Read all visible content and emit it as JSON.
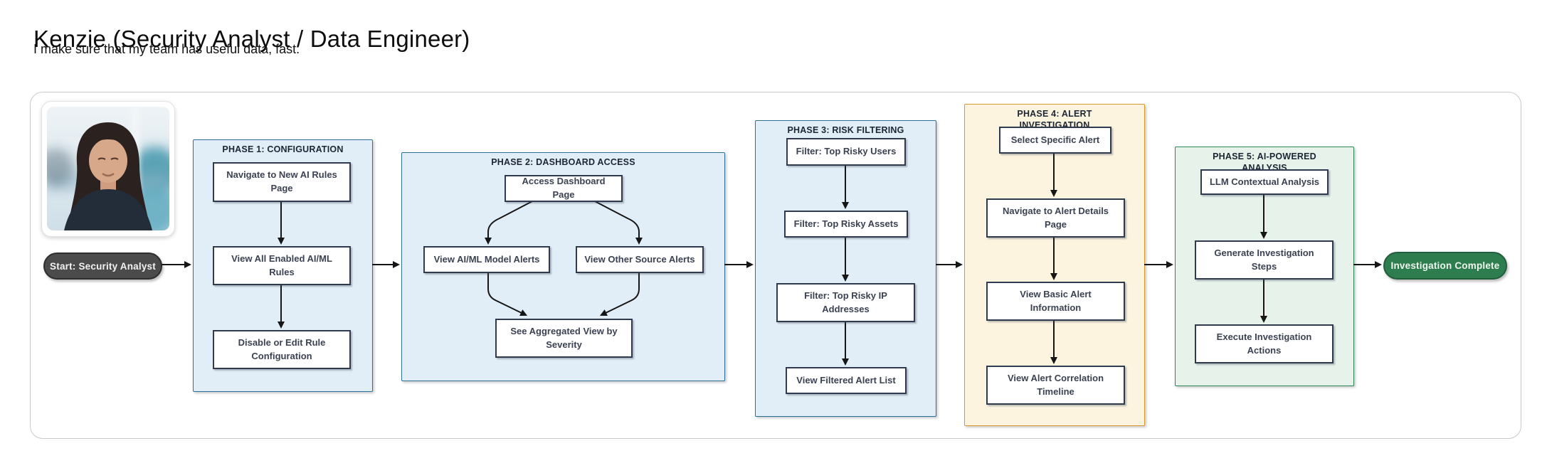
{
  "header": {
    "title": "Kenzie (Security Analyst / Data Engineer)",
    "subtitle": "I make sure that my team has useful data, fast."
  },
  "diagram": {
    "start_label": "Start: Security Analyst",
    "end_label": "Investigation Complete",
    "phases": [
      {
        "title": "PHASE 1: CONFIGURATION",
        "fill": "#e2eef7",
        "border": "#2e6f97",
        "nodes": [
          {
            "label": "Navigate to New AI Rules Page"
          },
          {
            "label": "View All Enabled AI/ML Rules"
          },
          {
            "label": "Disable or Edit Rule Configuration"
          }
        ]
      },
      {
        "title": "PHASE 2: DASHBOARD ACCESS",
        "fill": "#e2eef7",
        "border": "#2e6f97",
        "nodes": [
          {
            "label": "Access Dashboard Page"
          },
          {
            "label": "View AI/ML Model Alerts"
          },
          {
            "label": "View Other Source Alerts"
          },
          {
            "label": "See Aggregated View by Severity"
          }
        ]
      },
      {
        "title": "PHASE 3: RISK FILTERING",
        "fill": "#e2eef7",
        "border": "#2e6f97",
        "nodes": [
          {
            "label": "Filter: Top Risky Users"
          },
          {
            "label": "Filter: Top Risky Assets"
          },
          {
            "label": "Filter: Top Risky IP Addresses"
          },
          {
            "label": "View Filtered Alert List"
          }
        ]
      },
      {
        "title": "PHASE 4: ALERT INVESTIGATION",
        "fill": "#fcf4df",
        "border": "#d9982f",
        "nodes": [
          {
            "label": "Select Specific Alert"
          },
          {
            "label": "Navigate to Alert Details Page"
          },
          {
            "label": "View Basic Alert Information"
          },
          {
            "label": "View Alert Correlation Timeline"
          }
        ]
      },
      {
        "title": "PHASE 5: AI-POWERED ANALYSIS",
        "fill": "#e6f2ea",
        "border": "#2f8653",
        "nodes": [
          {
            "label": "LLM Contextual Analysis"
          },
          {
            "label": "Generate Investigation Steps"
          },
          {
            "label": "Execute Investigation Actions"
          }
        ]
      }
    ],
    "colors": {
      "start_pill": "#4b4b4b",
      "end_pill": "#2e7d4e",
      "node_border": "#2f3a4e",
      "node_text": "#3b4252",
      "arrow": "#161616"
    }
  }
}
